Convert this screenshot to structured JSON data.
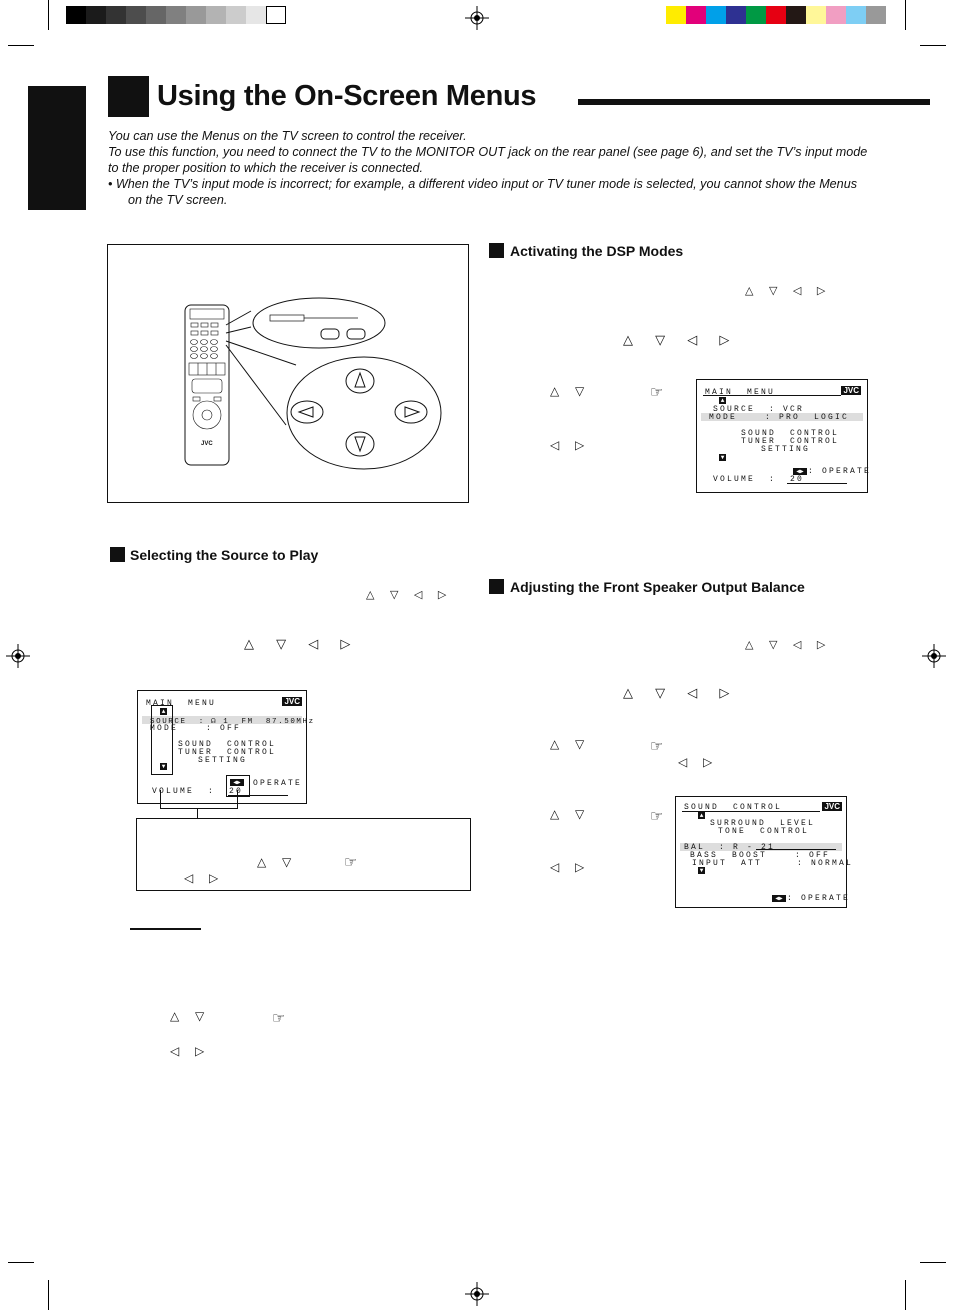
{
  "page": {
    "title": "Using the On-Screen Menus",
    "intro": {
      "line1": "You can use the Menus on the TV screen to control the receiver.",
      "line2": "To use this function, you need to connect the TV to the MONITOR OUT jack on the rear panel (see page 6), and set the TV’s input mode to the proper position to which the receiver is connected.",
      "bullet": "•   When the TV’s input mode is incorrect; for example, a different video input or TV tuner mode is selected, you cannot show the Menus on the TV screen."
    }
  },
  "sections": {
    "dsp": "Activating the DSP Modes",
    "source": "Selecting the Source to Play",
    "balance": "Adjusting the Front Speaker Output Balance"
  },
  "symbols": {
    "arrows4": "△ ▽ ◁ ▷",
    "updown": "△ ▽",
    "leftright": "◁ ▷",
    "pointer": "☞"
  },
  "remote": {
    "brand": "JVC"
  },
  "osd_main_dsp": {
    "title": "MAIN  MENU",
    "brand": "JVC",
    "source": "SOURCE  : VCR",
    "mode": "MODE    : PRO  LOGIC",
    "sound": "SOUND  CONTROL",
    "tuner": "TUNER  CONTROL",
    "setting": "SETTING",
    "operate": ": OPERATE",
    "volume": "VOLUME  :  20"
  },
  "osd_main_source": {
    "title": "MAIN  MENU",
    "brand": "JVC",
    "source": "SOURCE  : ☊ 1  FM  87.50MHz",
    "mode": "MODE    : OFF",
    "sound": "SOUND  CONTROL",
    "tuner": "TUNER  CONTROL",
    "setting": "SETTING",
    "operate": "OPERATE",
    "volume": "VOLUME  :  20"
  },
  "osd_sound": {
    "title": "SOUND  CONTROL",
    "brand": "JVC",
    "surround": "SURROUND  LEVEL",
    "tone": "TONE  CONTROL",
    "bal": "BAL  : R - 21",
    "bass": "BASS  BOOST    : OFF",
    "input": "INPUT  ATT     : NORMAL",
    "operate": ": OPERATE"
  },
  "colors": {
    "gray": [
      "#000000",
      "#1b1b1b",
      "#333333",
      "#4d4d4d",
      "#666666",
      "#808080",
      "#999999",
      "#b3b3b3",
      "#cccccc",
      "#e6e6e6",
      "#ffffff"
    ],
    "color": [
      "#ffec00",
      "#e2007a",
      "#00a0e9",
      "#2e3192",
      "#009944",
      "#e60012",
      "#231815",
      "#fff799",
      "#f19ec2",
      "#7ecef4",
      "#999999"
    ]
  }
}
